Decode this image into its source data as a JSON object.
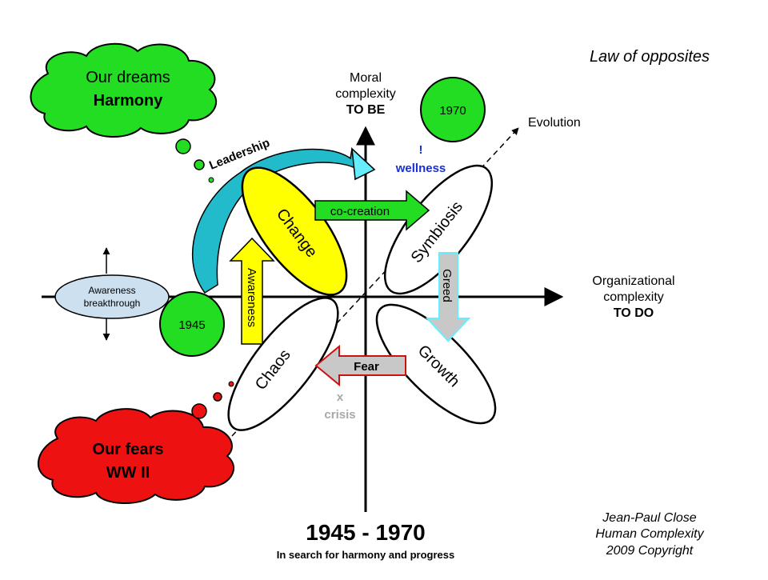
{
  "header": {
    "law": "Law of opposites"
  },
  "axes": {
    "vertical": {
      "line1": "Moral",
      "line2": "complexity",
      "line3": "TO BE"
    },
    "horizontal": {
      "line1": "Organizational",
      "line2": "complexity",
      "line3": "TO DO"
    },
    "diagonal": "Evolution"
  },
  "clouds": {
    "dreams": {
      "line1": "Our dreams",
      "line2": "Harmony"
    },
    "fears": {
      "line1": "Our fears",
      "line2": "WW II"
    }
  },
  "ellipses": {
    "change": "Change",
    "symbiosis": "Symbiosis",
    "chaos": "Chaos",
    "growth": "Growth",
    "awareness_breakthrough": {
      "line1": "Awareness",
      "line2": "breakthrough"
    }
  },
  "years": {
    "start": "1945",
    "end": "1970"
  },
  "arrows": {
    "leadership": "Leadership",
    "cocreation": "co-creation",
    "awareness": "Awareness",
    "greed": "Greed",
    "fear": "Fear"
  },
  "notes": {
    "wellness_mark": "!",
    "wellness": "wellness",
    "crisis_mark": "x",
    "crisis": "crisis"
  },
  "footer": {
    "title": "1945 - 1970",
    "subtitle": "In search for harmony and progress",
    "credit1": "Jean-Paul Close",
    "credit2": "Human Complexity",
    "credit3": "2009 Copyright"
  },
  "colors": {
    "green": "#22dd22",
    "red": "#ee1111",
    "yellow": "#ffff00",
    "cyan": "#22bbcc",
    "light_cyan": "#66eeff",
    "gray": "#c8c8c8",
    "light_blue": "#cce0f0",
    "wellness_blue": "#1a2fcf",
    "crisis_gray": "#a8a8a8"
  }
}
